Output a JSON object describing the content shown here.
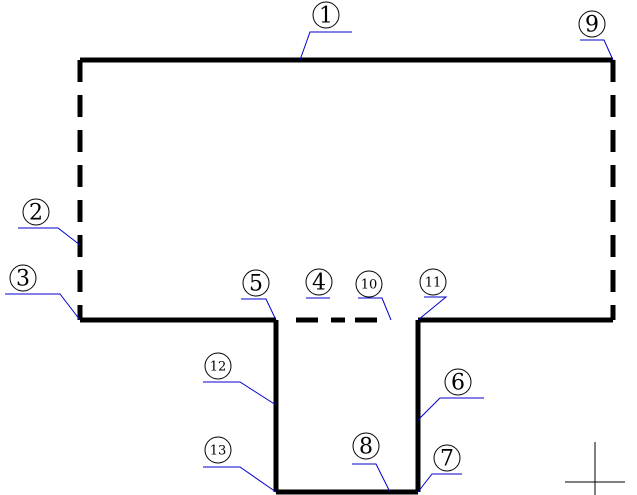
{
  "colors": {
    "background": "#ffffff",
    "edge": "#000000",
    "leader": "#0000cc"
  },
  "markers": [
    {
      "id": "1",
      "label": "1",
      "style": "solid"
    },
    {
      "id": "2",
      "label": "2",
      "style": "dashed"
    },
    {
      "id": "3",
      "label": "3",
      "style": "solid"
    },
    {
      "id": "4",
      "label": "4",
      "style": "dashed"
    },
    {
      "id": "5",
      "label": "5",
      "style": "solid"
    },
    {
      "id": "6",
      "label": "6",
      "style": "solid"
    },
    {
      "id": "7",
      "label": "7",
      "style": "solid"
    },
    {
      "id": "8",
      "label": "8",
      "style": "solid"
    },
    {
      "id": "9",
      "label": "9",
      "style": "dashed"
    },
    {
      "id": "10",
      "label": "10",
      "style": "dashed"
    },
    {
      "id": "11",
      "label": "11",
      "style": "solid"
    },
    {
      "id": "12",
      "label": "12",
      "style": "solid"
    },
    {
      "id": "13",
      "label": "13",
      "style": "solid"
    }
  ]
}
